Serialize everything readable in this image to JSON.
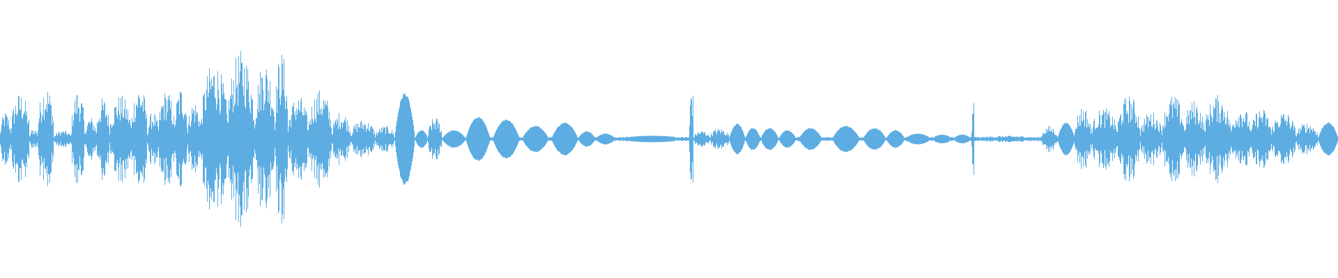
{
  "waveform": {
    "color": "#5DADE2",
    "background": "#FFFFFF",
    "segments": [
      {
        "start": 0.0,
        "end": 0.008,
        "amp": 0.25,
        "shape": "spiky"
      },
      {
        "start": 0.008,
        "end": 0.022,
        "amp": 0.42,
        "shape": "spiky"
      },
      {
        "start": 0.022,
        "end": 0.028,
        "amp": 0.1,
        "shape": "spiky"
      },
      {
        "start": 0.028,
        "end": 0.04,
        "amp": 0.5,
        "shape": "spiky"
      },
      {
        "start": 0.04,
        "end": 0.053,
        "amp": 0.08,
        "shape": "spiky"
      },
      {
        "start": 0.053,
        "end": 0.063,
        "amp": 0.45,
        "shape": "spiky"
      },
      {
        "start": 0.063,
        "end": 0.072,
        "amp": 0.2,
        "shape": "spiky"
      },
      {
        "start": 0.072,
        "end": 0.082,
        "amp": 0.38,
        "shape": "spiky"
      },
      {
        "start": 0.082,
        "end": 0.098,
        "amp": 0.4,
        "shape": "spiky"
      },
      {
        "start": 0.098,
        "end": 0.11,
        "amp": 0.5,
        "shape": "spiky"
      },
      {
        "start": 0.11,
        "end": 0.118,
        "amp": 0.25,
        "shape": "spiky"
      },
      {
        "start": 0.118,
        "end": 0.13,
        "amp": 0.45,
        "shape": "spiky"
      },
      {
        "start": 0.13,
        "end": 0.14,
        "amp": 0.48,
        "shape": "spiky"
      },
      {
        "start": 0.14,
        "end": 0.15,
        "amp": 0.35,
        "shape": "spiky"
      },
      {
        "start": 0.15,
        "end": 0.17,
        "amp": 0.7,
        "shape": "spiky"
      },
      {
        "start": 0.17,
        "end": 0.19,
        "amp": 0.8,
        "shape": "spiky"
      },
      {
        "start": 0.19,
        "end": 0.205,
        "amp": 0.72,
        "shape": "spiky"
      },
      {
        "start": 0.205,
        "end": 0.215,
        "amp": 0.8,
        "shape": "spiky"
      },
      {
        "start": 0.215,
        "end": 0.23,
        "amp": 0.4,
        "shape": "spiky"
      },
      {
        "start": 0.23,
        "end": 0.248,
        "amp": 0.45,
        "shape": "spiky"
      },
      {
        "start": 0.248,
        "end": 0.262,
        "amp": 0.25,
        "shape": "spiky"
      },
      {
        "start": 0.262,
        "end": 0.28,
        "amp": 0.18,
        "shape": "spiky"
      },
      {
        "start": 0.28,
        "end": 0.295,
        "amp": 0.12,
        "shape": "spiky"
      },
      {
        "start": 0.295,
        "end": 0.31,
        "amp": 0.42,
        "shape": "blob"
      },
      {
        "start": 0.31,
        "end": 0.32,
        "amp": 0.08,
        "shape": "blob"
      },
      {
        "start": 0.32,
        "end": 0.33,
        "amp": 0.2,
        "shape": "spiky"
      },
      {
        "start": 0.33,
        "end": 0.348,
        "amp": 0.08,
        "shape": "blob"
      },
      {
        "start": 0.348,
        "end": 0.366,
        "amp": 0.2,
        "shape": "blob"
      },
      {
        "start": 0.368,
        "end": 0.388,
        "amp": 0.18,
        "shape": "blob"
      },
      {
        "start": 0.39,
        "end": 0.41,
        "amp": 0.12,
        "shape": "blob"
      },
      {
        "start": 0.412,
        "end": 0.432,
        "amp": 0.15,
        "shape": "blob"
      },
      {
        "start": 0.432,
        "end": 0.445,
        "amp": 0.07,
        "shape": "blob"
      },
      {
        "start": 0.445,
        "end": 0.46,
        "amp": 0.05,
        "shape": "blob"
      },
      {
        "start": 0.46,
        "end": 0.515,
        "amp": 0.03,
        "shape": "blob"
      },
      {
        "start": 0.515,
        "end": 0.518,
        "amp": 0.55,
        "shape": "spiky"
      },
      {
        "start": 0.518,
        "end": 0.53,
        "amp": 0.08,
        "shape": "spiky"
      },
      {
        "start": 0.53,
        "end": 0.545,
        "amp": 0.1,
        "shape": "spiky"
      },
      {
        "start": 0.545,
        "end": 0.557,
        "amp": 0.14,
        "shape": "blob"
      },
      {
        "start": 0.557,
        "end": 0.568,
        "amp": 0.1,
        "shape": "blob"
      },
      {
        "start": 0.568,
        "end": 0.582,
        "amp": 0.1,
        "shape": "blob"
      },
      {
        "start": 0.582,
        "end": 0.595,
        "amp": 0.08,
        "shape": "blob"
      },
      {
        "start": 0.597,
        "end": 0.614,
        "amp": 0.1,
        "shape": "blob"
      },
      {
        "start": 0.622,
        "end": 0.642,
        "amp": 0.12,
        "shape": "blob"
      },
      {
        "start": 0.645,
        "end": 0.662,
        "amp": 0.1,
        "shape": "blob"
      },
      {
        "start": 0.662,
        "end": 0.676,
        "amp": 0.08,
        "shape": "blob"
      },
      {
        "start": 0.676,
        "end": 0.696,
        "amp": 0.05,
        "shape": "blob"
      },
      {
        "start": 0.696,
        "end": 0.712,
        "amp": 0.04,
        "shape": "blob"
      },
      {
        "start": 0.712,
        "end": 0.726,
        "amp": 0.04,
        "shape": "blob"
      },
      {
        "start": 0.726,
        "end": 0.728,
        "amp": 0.4,
        "shape": "spiky"
      },
      {
        "start": 0.728,
        "end": 0.778,
        "amp": 0.03,
        "shape": "spiky"
      },
      {
        "start": 0.778,
        "end": 0.79,
        "amp": 0.12,
        "shape": "spiky"
      },
      {
        "start": 0.79,
        "end": 0.803,
        "amp": 0.15,
        "shape": "blob"
      },
      {
        "start": 0.803,
        "end": 0.815,
        "amp": 0.3,
        "shape": "spiky"
      },
      {
        "start": 0.815,
        "end": 0.835,
        "amp": 0.28,
        "shape": "spiky"
      },
      {
        "start": 0.835,
        "end": 0.852,
        "amp": 0.4,
        "shape": "spiky"
      },
      {
        "start": 0.852,
        "end": 0.868,
        "amp": 0.25,
        "shape": "spiky"
      },
      {
        "start": 0.868,
        "end": 0.885,
        "amp": 0.4,
        "shape": "spiky"
      },
      {
        "start": 0.885,
        "end": 0.9,
        "amp": 0.35,
        "shape": "spiky"
      },
      {
        "start": 0.9,
        "end": 0.92,
        "amp": 0.4,
        "shape": "spiky"
      },
      {
        "start": 0.92,
        "end": 0.935,
        "amp": 0.3,
        "shape": "spiky"
      },
      {
        "start": 0.935,
        "end": 0.95,
        "amp": 0.28,
        "shape": "spiky"
      },
      {
        "start": 0.95,
        "end": 0.968,
        "amp": 0.25,
        "shape": "spiky"
      },
      {
        "start": 0.968,
        "end": 0.985,
        "amp": 0.15,
        "shape": "spiky"
      },
      {
        "start": 0.985,
        "end": 1.0,
        "amp": 0.15,
        "shape": "blob"
      }
    ]
  }
}
